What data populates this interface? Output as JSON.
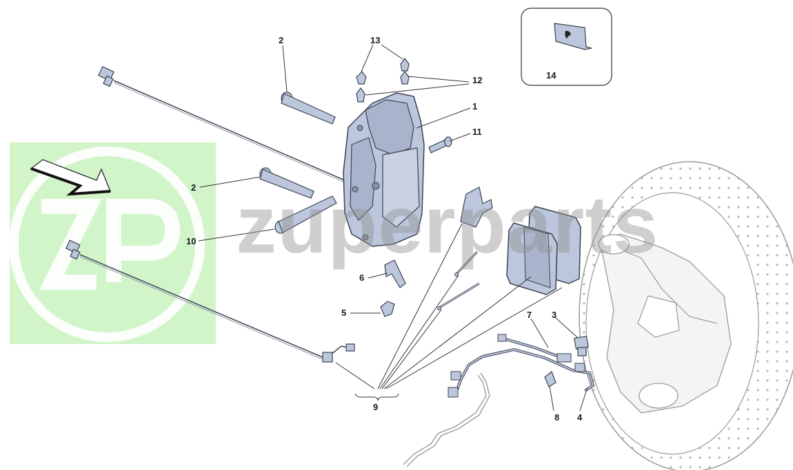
{
  "watermark": {
    "logo_text": "ZP",
    "brand_text": "zuperparts",
    "logo_color": "#c9f2c0",
    "logo_icon": "zp-logo-icon"
  },
  "callouts": [
    {
      "id": "c1",
      "text": "1"
    },
    {
      "id": "c2a",
      "text": "2"
    },
    {
      "id": "c2b",
      "text": "2"
    },
    {
      "id": "c3",
      "text": "3"
    },
    {
      "id": "c4",
      "text": "4"
    },
    {
      "id": "c5",
      "text": "5"
    },
    {
      "id": "c6",
      "text": "6"
    },
    {
      "id": "c7",
      "text": "7"
    },
    {
      "id": "c8",
      "text": "8"
    },
    {
      "id": "c9",
      "text": "9"
    },
    {
      "id": "c10",
      "text": "10"
    },
    {
      "id": "c11",
      "text": "11"
    },
    {
      "id": "c12",
      "text": "12"
    },
    {
      "id": "c13",
      "text": "13"
    },
    {
      "id": "c14",
      "text": "14"
    }
  ],
  "colors": {
    "part_fill": "#bcc6dc",
    "part_stroke": "#3b4150",
    "disc_stroke": "#9a9a9a",
    "leader": "#333333"
  },
  "icons": {
    "direction_arrow": "direction-arrow-icon",
    "prancing_horse": "prancing-horse-icon"
  }
}
